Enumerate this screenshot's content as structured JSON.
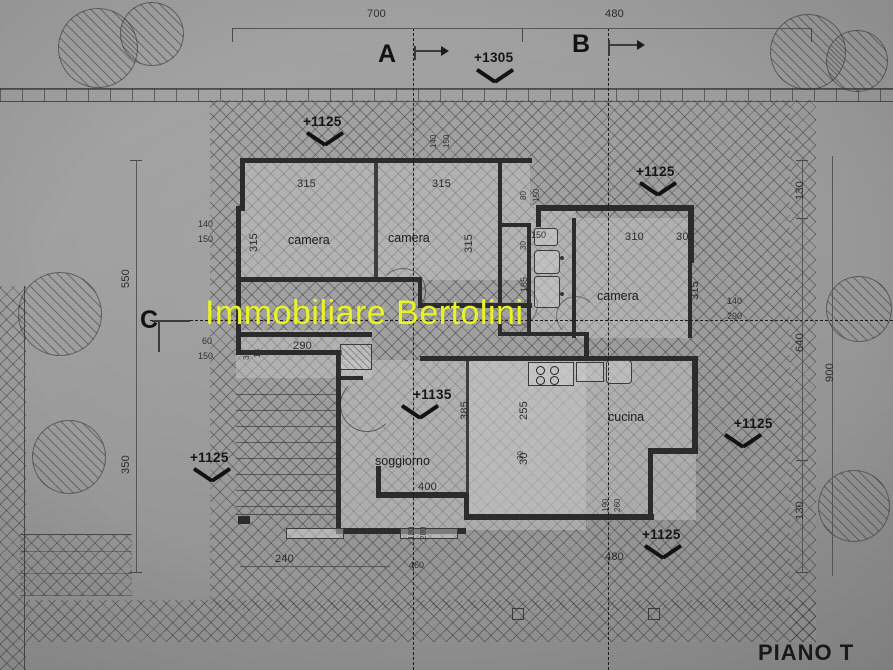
{
  "document": {
    "type": "architectural-floor-plan",
    "title": "PIANO T",
    "watermark": "Immobiliare Bertolini",
    "watermark_color": "#edf52a",
    "language": "it"
  },
  "rooms": [
    {
      "id": "camera-1",
      "label": "camera",
      "width": "315",
      "depth": "315"
    },
    {
      "id": "camera-2",
      "label": "camera",
      "width": "315",
      "depth": "315"
    },
    {
      "id": "camera-3",
      "label": "camera",
      "width": "310",
      "depth": "315"
    },
    {
      "id": "soggiorno",
      "label": "soggiorno",
      "width": "400",
      "depth": "385"
    },
    {
      "id": "cucina",
      "label": "cucina",
      "width": "255",
      "depth": "30"
    }
  ],
  "elevations": [
    {
      "id": "elev-top",
      "value": "+1305"
    },
    {
      "id": "elev-top-left",
      "value": "+1125"
    },
    {
      "id": "elev-top-right",
      "value": "+1125"
    },
    {
      "id": "elev-soggiorno",
      "value": "+1135"
    },
    {
      "id": "elev-left-bottom",
      "value": "+1125"
    },
    {
      "id": "elev-right-middle",
      "value": "+1125"
    },
    {
      "id": "elev-bottom-right",
      "value": "+1125"
    }
  ],
  "section_markers": [
    {
      "id": "section-a",
      "label": "A"
    },
    {
      "id": "section-b",
      "label": "B"
    },
    {
      "id": "section-c",
      "label": "C"
    }
  ],
  "dimensions": {
    "top": [
      "700",
      "480"
    ],
    "left": [
      "550",
      "350"
    ],
    "right": [
      "130",
      "640",
      "900",
      "130"
    ],
    "bottom": [
      "240",
      "180",
      "280",
      "460",
      "480"
    ],
    "interior": [
      "315",
      "315",
      "315",
      "315",
      "310",
      "30",
      "315",
      "140",
      "150",
      "140",
      "150",
      "80",
      "150",
      "150",
      "185",
      "30",
      "30",
      "16",
      "60",
      "150",
      "290",
      "255",
      "30",
      "385",
      "400",
      "130",
      "290",
      "180",
      "280",
      "460",
      "240",
      "480",
      "140",
      "130"
    ]
  },
  "annotations": {
    "left_upper_pair": [
      "140",
      "150"
    ],
    "left_lower_pair": [
      "60",
      "150"
    ],
    "mid_upper_pair": [
      "140",
      "150"
    ],
    "bath_stack": [
      "80",
      "150"
    ],
    "bath_mid": [
      "30",
      "150"
    ],
    "bath_vert": "185",
    "corridor_small": [
      "30",
      "16"
    ],
    "terrace_width": "290",
    "right_room_pair": [
      "140",
      "290"
    ],
    "bottom_door": [
      "180",
      "280"
    ],
    "kitchen_door": [
      "190",
      "260"
    ]
  }
}
